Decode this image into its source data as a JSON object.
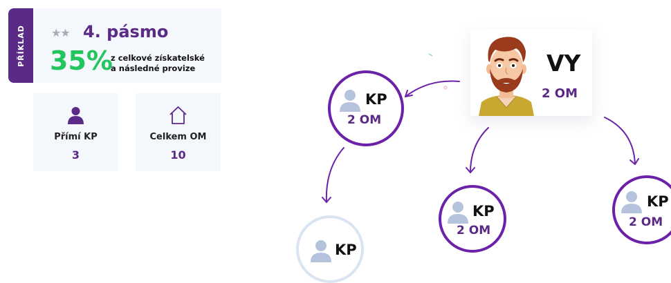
{
  "example": {
    "tag": "PŘÍKLAD",
    "stars": "★★",
    "band_title": "4. pásmo",
    "percent": "35%",
    "desc_line1": "z celkové získatelské",
    "desc_line2": "a následné provize"
  },
  "stats": {
    "direct": {
      "label": "Přímí KP",
      "value": "3",
      "icon": "person-icon"
    },
    "total": {
      "label": "Celkem OM",
      "value": "10",
      "icon": "house-icon"
    }
  },
  "tree": {
    "you": {
      "title": "VY",
      "om": "2 OM"
    },
    "kp_label": "KP",
    "om_label": "2 OM"
  },
  "colors": {
    "purple": "#5b2a86",
    "node_border": "#6b21a8",
    "green": "#22c55e",
    "panel": "#f4f7fc",
    "pale_border": "#dbe4f3",
    "avatar": "#b5c3dd"
  }
}
